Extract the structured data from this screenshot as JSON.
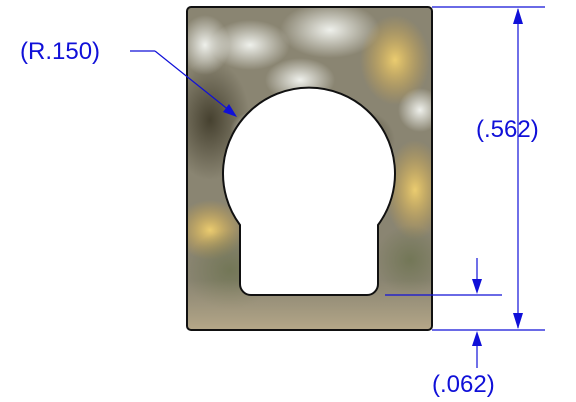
{
  "dimensions": {
    "radius_label": "(R.150)",
    "height_label": "(.562)",
    "bottom_gap_label": "(.062)"
  },
  "colors": {
    "dimension": "#1010d8",
    "outline": "#111111",
    "cutout_fill": "#ffffff",
    "photo_base": "#8a8572"
  }
}
